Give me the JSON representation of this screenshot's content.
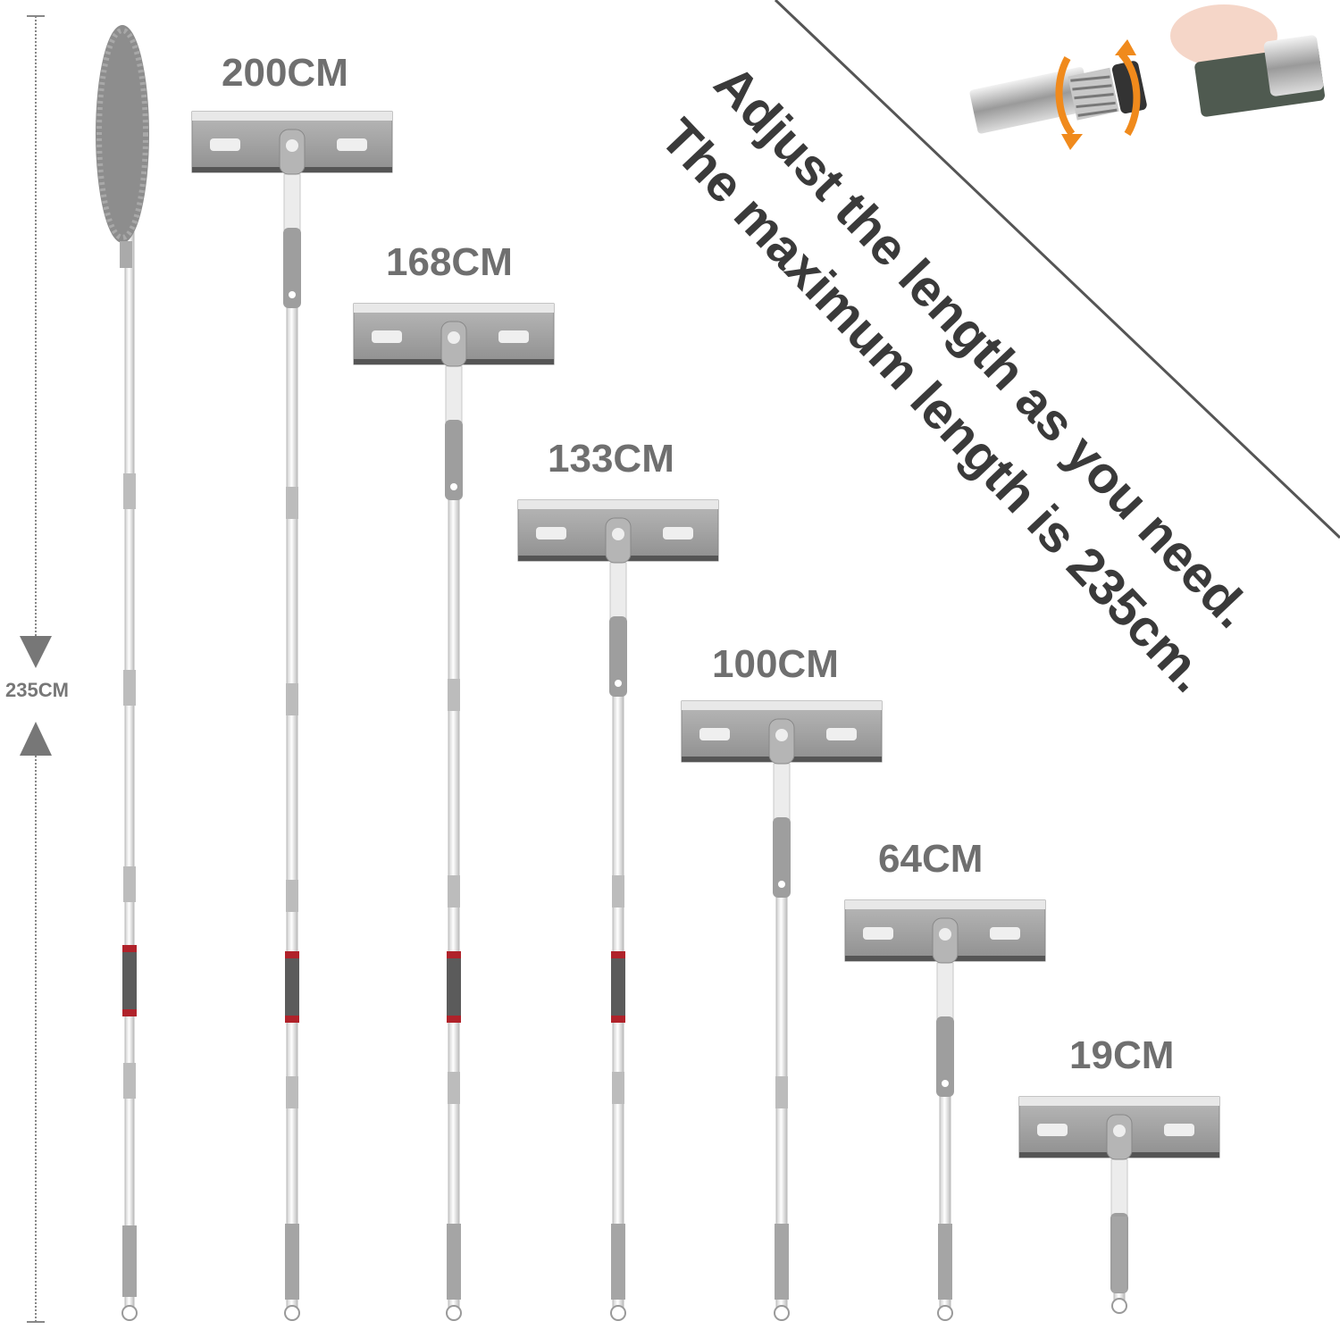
{
  "headline": {
    "line1": "Adjust the length as you need.",
    "line2": "The maximum length is 235cm."
  },
  "dimension": {
    "total_label": "235CM"
  },
  "lengths": [
    "200CM",
    "168CM",
    "133CM",
    "100CM",
    "64CM",
    "19CM"
  ],
  "colors": {
    "pad_grey": "#9c9c9c",
    "pole_silver": "#e6e6e6",
    "grip_red": "#b0222a",
    "text_grey": "#6f6f6f",
    "ring_orange": "#f08a1c"
  }
}
